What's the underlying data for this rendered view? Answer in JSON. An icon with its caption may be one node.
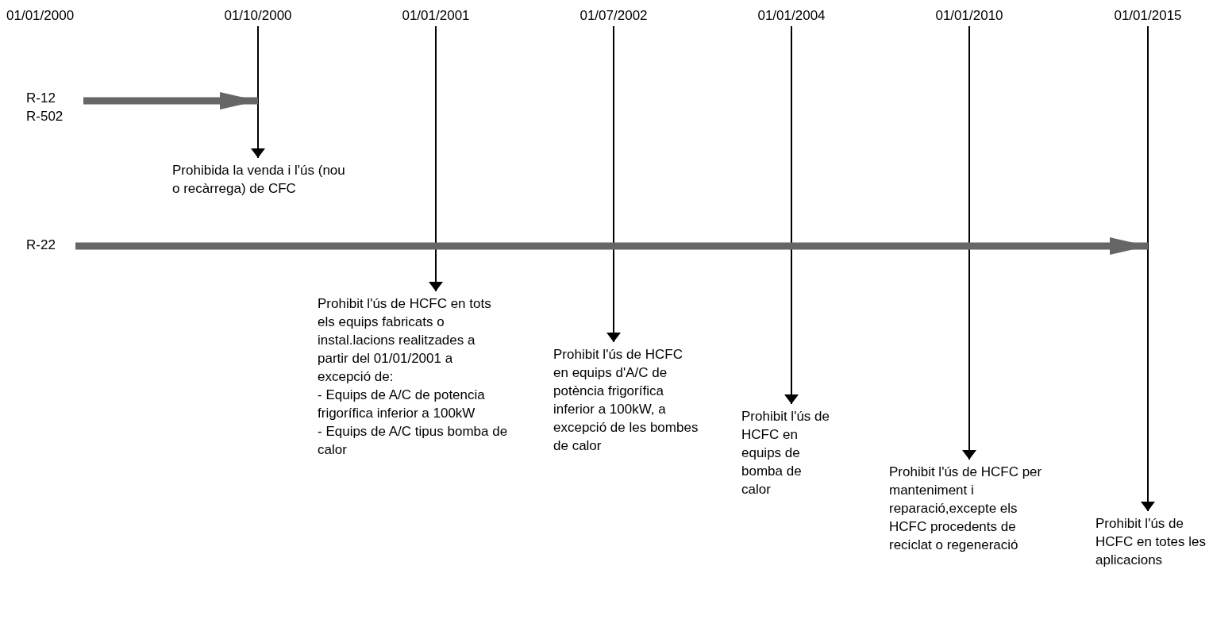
{
  "diagram": {
    "nodes": [
      {
        "text": [
          "01/10/2000"
        ]
      },
      {
        "text": [
          "01/01/2001"
        ]
      },
      {
        "text": [
          "01/07/2002"
        ]
      },
      {
        "text": [
          "01/01/2004"
        ]
      },
      {
        "text": [
          "01/01/2010"
        ]
      },
      {
        "text": [
          "01/01/2015"
        ]
      },
      {
        "text": [
          "R-12",
          "R-502"
        ]
      },
      {
        "text": [
          "R-22"
        ]
      },
      {
        "text": [
          "Prohibida la venda i l'ús (nou o recàrrega) de CFC"
        ]
      },
      {
        "text": [
          "Prohibit l'ús de HCFC en tots els equips fabricats o instal.lacions realitzades a partir del 01/01/2001 a excepció de:",
          "- Equips de A/C de potencia frigorífica inferior a 100kW",
          "- Equips de A/C tipus bomba de calor"
        ]
      },
      {
        "text": [
          "Prohibit l'ús de HCFC en equips d'A/C de potència frigorífica inferior a 100kW, a excepció de les bombes de calor"
        ]
      },
      {
        "text": [
          "Prohibit l'ús de HCFC en equips de bomba de calor"
        ]
      },
      {
        "text": [
          "Prohibit l'ús de HCFC per manteniment i reparació,excepte els HCFC procedents de reciclat o regeneració"
        ]
      },
      {
        "text": [
          "Prohibit l'ús de HCFC en totes les aplicacions"
        ]
      }
    ],
    "edges": [
      {
        "from": 0,
        "to": 8,
        "arrow": "to"
      },
      {
        "from": 1,
        "to": 9,
        "arrow": "to"
      },
      {
        "from": 2,
        "to": 10,
        "arrow": "to"
      },
      {
        "from": 3,
        "to": 11,
        "arrow": "to"
      },
      {
        "from": 4,
        "to": 12,
        "arrow": "to"
      },
      {
        "from": 5,
        "to": 13,
        "arrow": "to"
      },
      {
        "from": 6,
        "to": null,
        "arrow": "to",
        "style": "thick",
        "color": "#666666"
      },
      {
        "from": 7,
        "to": null,
        "arrow": "to",
        "style": "thick",
        "color": "#666666"
      }
    ],
    "labels": [
      "01/01/2000"
    ]
  }
}
